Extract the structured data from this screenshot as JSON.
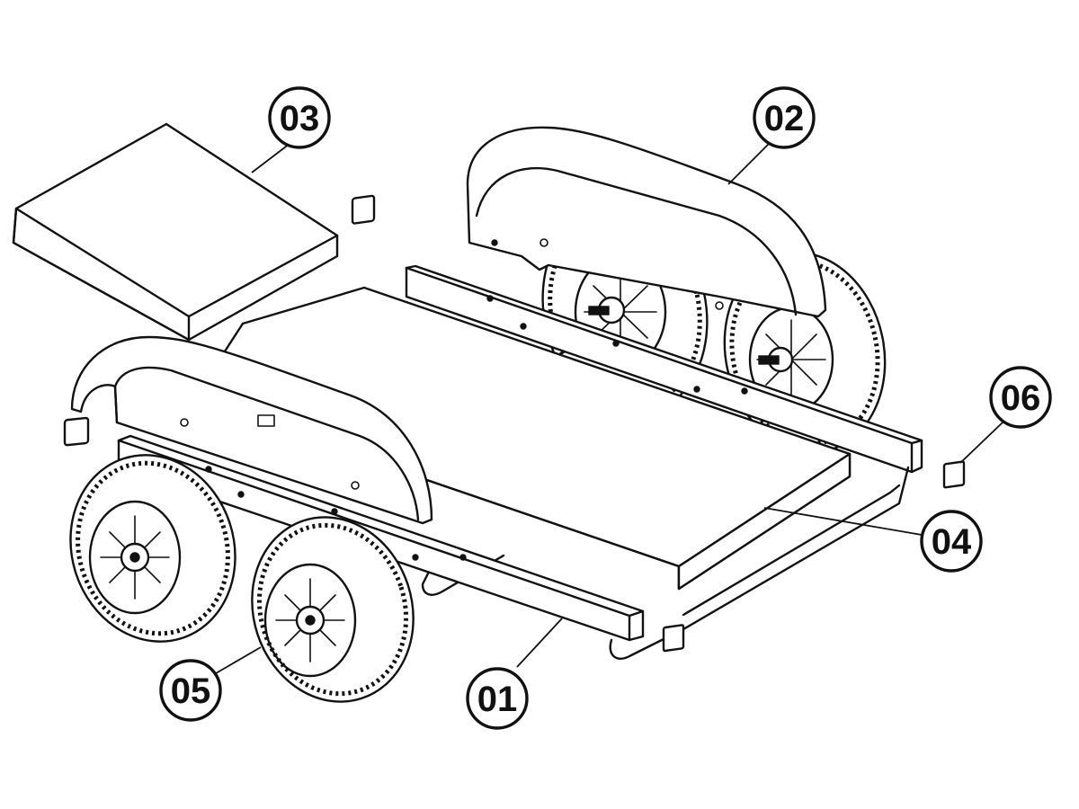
{
  "callouts": [
    {
      "id": "01",
      "label": "01"
    },
    {
      "id": "02",
      "label": "02"
    },
    {
      "id": "03",
      "label": "03"
    },
    {
      "id": "04",
      "label": "04"
    },
    {
      "id": "05",
      "label": "05"
    },
    {
      "id": "06",
      "label": "06"
    }
  ],
  "colors": {
    "line": "#111111",
    "fill": "#ffffff"
  }
}
